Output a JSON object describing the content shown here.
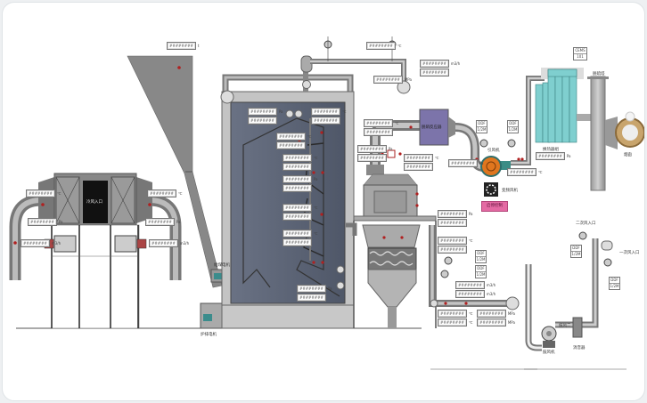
{
  "left_unit": {
    "inlet_label": "冷风入口",
    "units": [
      "℃",
      "℃",
      "Pa",
      "Pa",
      "m3/h",
      "m3/h"
    ]
  },
  "labels": {
    "feeder": "給煤电机",
    "slag": "炉排电机",
    "reactor": "脱硝反应器",
    "induced_fan": "引风机",
    "inverter_fan": "变频风机",
    "start_stop": "启停控制",
    "heat_exchanger": "换热器组",
    "stack": "烟囱",
    "tower": "脱硫塔",
    "secondary_air": "二次风入口",
    "primary_air": "一次风入口",
    "blower": "鼓风机",
    "silencer": "消音器",
    "fan_label2": "鼓风二"
  },
  "cems": {
    "title": "CEMS",
    "value": "101"
  },
  "ddf": [
    {
      "a": "DDF",
      "b": "1/2M"
    },
    {
      "a": "DDF",
      "b": "1/2M"
    },
    {
      "a": "DDF",
      "b": "1/2M"
    },
    {
      "a": "DDF",
      "b": "1/2M"
    },
    {
      "a": "DDF",
      "b": "1/2M"
    },
    {
      "a": "DDF",
      "b": "1/2M"
    }
  ],
  "readouts": [
    {
      "value": "########",
      "unit": "℃"
    },
    {
      "value": "########",
      "unit": "℃"
    },
    {
      "value": "########",
      "unit": "Pa"
    },
    {
      "value": "########",
      "unit": "Pa"
    },
    {
      "value": "########",
      "unit": "m3/h"
    },
    {
      "value": "########",
      "unit": "m3/h"
    },
    {
      "value": "########",
      "unit": "t"
    },
    {
      "value": "########",
      "unit": "Pa"
    },
    {
      "value": "########",
      "unit": ""
    },
    {
      "value": "########",
      "unit": "℃"
    },
    {
      "value": "########",
      "unit": ""
    },
    {
      "value": "########",
      "unit": "℃"
    },
    {
      "value": "########",
      "unit": ""
    },
    {
      "value": "########",
      "unit": "℃"
    },
    {
      "value": "########",
      "unit": ""
    },
    {
      "value": "########",
      "unit": "Pa"
    },
    {
      "value": "########",
      "unit": ""
    },
    {
      "value": "########",
      "unit": "℃"
    },
    {
      "value": "########",
      "unit": ""
    },
    {
      "value": "########",
      "unit": "℃"
    },
    {
      "value": "########",
      "unit": ""
    },
    {
      "value": "########",
      "unit": "Pa"
    },
    {
      "value": "########",
      "unit": ""
    },
    {
      "value": "########",
      "unit": "℃"
    },
    {
      "value": "########",
      "unit": "MPa"
    },
    {
      "value": "########",
      "unit": "m3/h"
    },
    {
      "value": "########",
      "unit": ""
    },
    {
      "value": "########",
      "unit": "℃"
    },
    {
      "value": "########",
      "unit": ""
    },
    {
      "value": "########",
      "unit": "Pa"
    },
    {
      "value": "########",
      "unit": ""
    },
    {
      "value": "########",
      "unit": "℃"
    },
    {
      "value": "########",
      "unit": ""
    },
    {
      "value": "########",
      "unit": "Pa"
    },
    {
      "value": "########",
      "unit": "℃"
    },
    {
      "value": "########",
      "unit": "Pa"
    },
    {
      "value": "########",
      "unit": "Pa"
    },
    {
      "value": "########",
      "unit": ""
    },
    {
      "value": "########",
      "unit": "℃"
    },
    {
      "value": "########",
      "unit": ""
    },
    {
      "value": "########",
      "unit": "m3/h"
    },
    {
      "value": "########",
      "unit": "m3/h"
    },
    {
      "value": "########",
      "unit": "℃"
    },
    {
      "value": "########",
      "unit": "℃"
    },
    {
      "value": "########",
      "unit": "MPa"
    },
    {
      "value": "########",
      "unit": "MPa"
    }
  ],
  "colors": {
    "pipe": "#8c8c8c",
    "boiler": "#5d6577",
    "reactor": "#7c74aa",
    "fan": "#e0761e",
    "exchanger": "#7fcfcf",
    "button": "#e46aa3",
    "sensor": "#b02020"
  }
}
